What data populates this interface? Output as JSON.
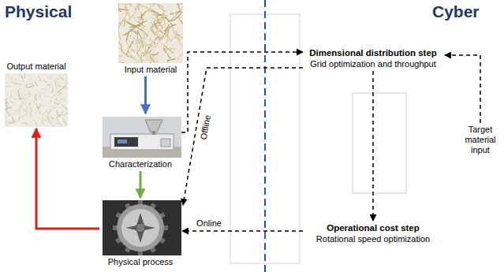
{
  "diagram": {
    "nodes": [
      {
        "text": [
          "Input material"
        ]
      },
      {
        "text": [
          "Output material"
        ]
      },
      {
        "text": [
          "Characterization"
        ]
      },
      {
        "text": [
          "Physical process"
        ]
      },
      {
        "text": [
          "Dimensional distribution step",
          "Grid optimization and throughput"
        ]
      },
      {
        "text": [
          "Operational cost step",
          "Rotational speed optimization"
        ]
      },
      {
        "text": [
          "Target material input"
        ]
      }
    ],
    "edges": [
      {
        "from": 0,
        "to": 2,
        "arrow": "to"
      },
      {
        "from": 2,
        "to": 3,
        "arrow": "to"
      },
      {
        "from": 3,
        "to": 1,
        "arrow": "to"
      },
      {
        "from": 2,
        "to": 4,
        "arrow": "to"
      },
      {
        "from": 4,
        "to": 3,
        "label": "Offline",
        "arrow": "to"
      },
      {
        "from": 4,
        "to": 5,
        "arrow": "to"
      },
      {
        "from": 5,
        "to": 3,
        "label": "Online",
        "arrow": "to"
      },
      {
        "from": 6,
        "to": 4,
        "arrow": "to"
      }
    ],
    "labels": [
      "Physical",
      "Cyber"
    ]
  }
}
